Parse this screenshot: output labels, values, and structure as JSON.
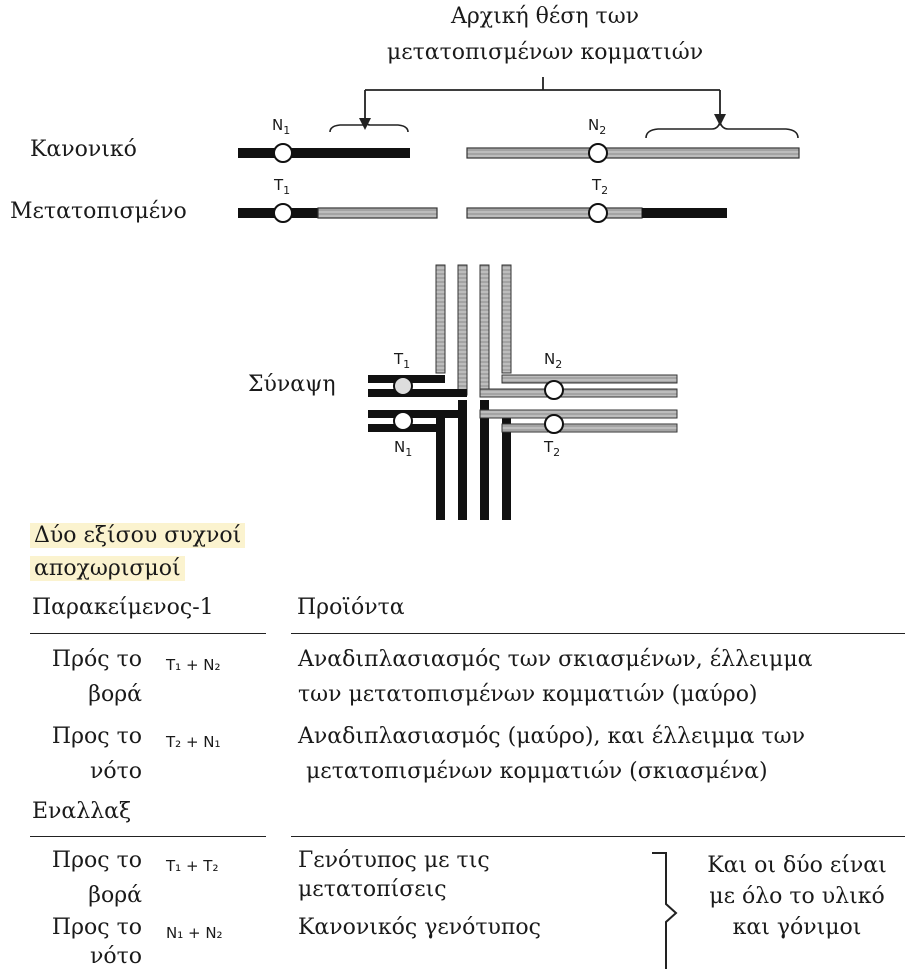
{
  "header": {
    "line1": "Αρχική θέση των",
    "line2": "μετατοπισμένων κομματιών"
  },
  "rows": {
    "normal": "Κανονικό",
    "translocated": "Μετατοπισμένο",
    "synapsis": "Σύναψη"
  },
  "markers": {
    "N1": "N",
    "N1_sub": "1",
    "N2": "N",
    "N2_sub": "2",
    "T1": "T",
    "T1_sub": "1",
    "T2": "T",
    "T2_sub": "2"
  },
  "section_title": {
    "line1": "Δύο εξίσου συχνοί",
    "line2": "αποχωρισμοί"
  },
  "table": {
    "adjacent_header": "Παρακείμενος-1",
    "products_header": "Προϊόντα",
    "adjacent_rows": [
      {
        "dir_line1": "Πρός το",
        "dir_line2": "βορά",
        "combo": "T₁ + N₂",
        "prod_line1": "Αναδιπλασιασμός των σκιασμένων, έλλειμμα",
        "prod_line2": "των μετατοπισμένων κομματιών (μαύρο)"
      },
      {
        "dir_line1": "Προς το",
        "dir_line2": "νότο",
        "combo": "T₂ + N₁",
        "prod_line1": "Αναδιπλασιασμός (μαύρο), και έλλειμμα των",
        "prod_line2": "μετατοπισμένων κομματιών (σκιασμένα)"
      }
    ],
    "alternate_header": "Εναλλαξ",
    "alternate_rows": [
      {
        "dir_line1": "Προς το",
        "dir_line2": "βορά",
        "combo": "T₁ + T₂",
        "prod_line1": "Γενότυπος με τις",
        "prod_line2": "μετατοπίσεις"
      },
      {
        "dir_line1": "Προς το",
        "dir_line2": "νότο",
        "combo": "N₁ + N₂",
        "prod_line1": "Κανονικός γενότυπος",
        "prod_line2": ""
      }
    ],
    "brace_note": {
      "line1": "Και οι δύο είναι",
      "line2": "με όλο το υλικό",
      "line3": "και γόνιμοι"
    }
  }
}
